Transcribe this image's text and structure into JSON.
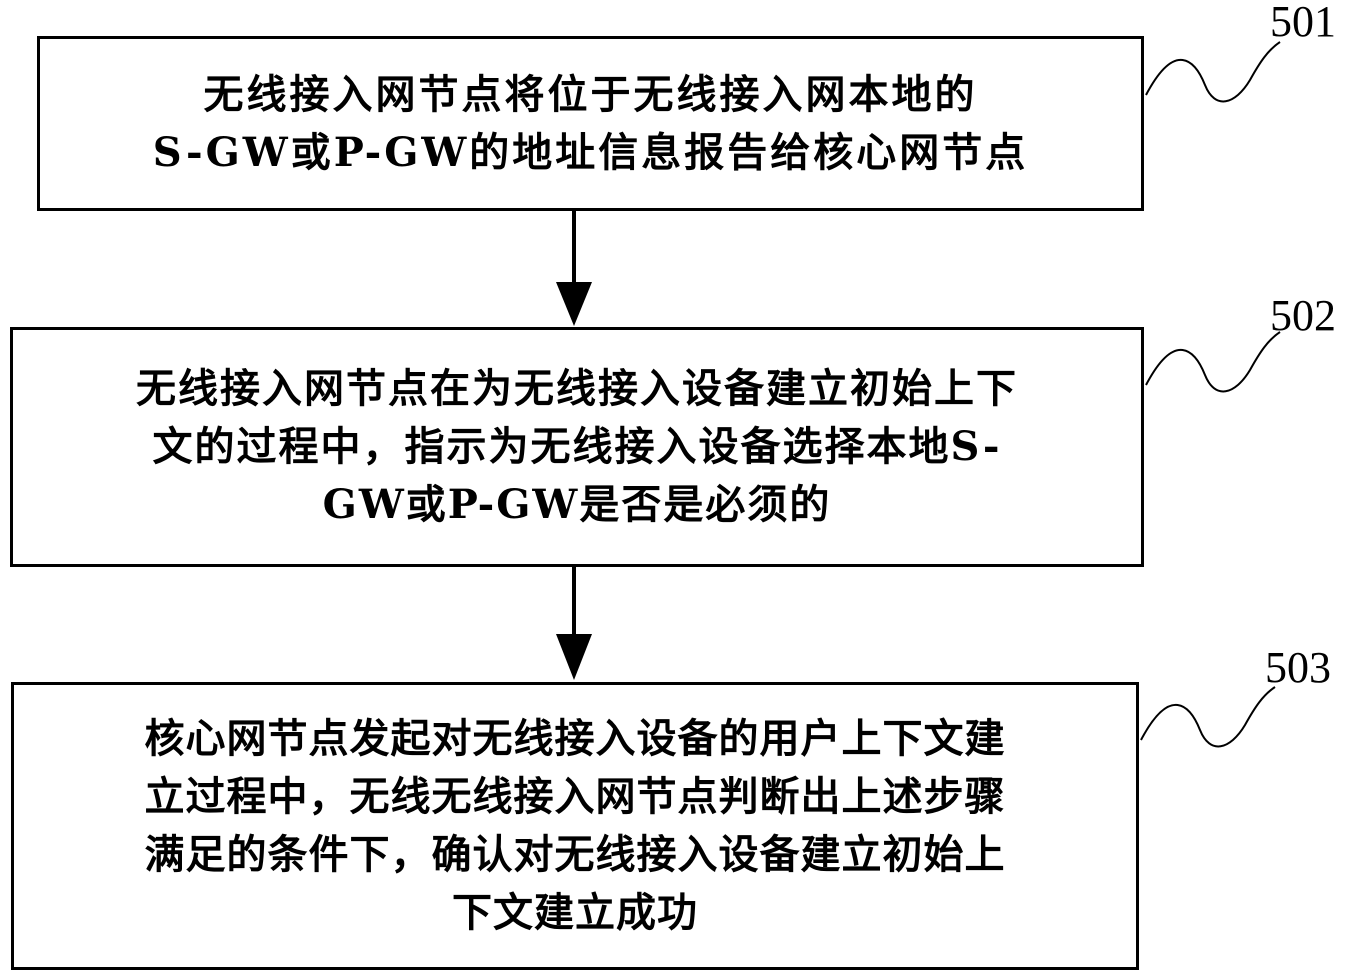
{
  "steps": [
    {
      "id": "501",
      "lines": [
        "无线接入网节点将位于无线接入网本地的",
        "S-GW或P-GW的地址信息报告给核心网节点"
      ]
    },
    {
      "id": "502",
      "lines": [
        "无线接入网节点在为无线接入设备建立初始上下",
        "文的过程中，指示为无线接入设备选择本地S-",
        "GW或P-GW是否是必须的"
      ]
    },
    {
      "id": "503",
      "lines": [
        "核心网节点发起对无线接入设备的用户上下文建",
        "立过程中，无线无线接入网节点判断出上述步骤",
        "满足的条件下，确认对无线接入设备建立初始上",
        "下文建立成功"
      ]
    }
  ]
}
